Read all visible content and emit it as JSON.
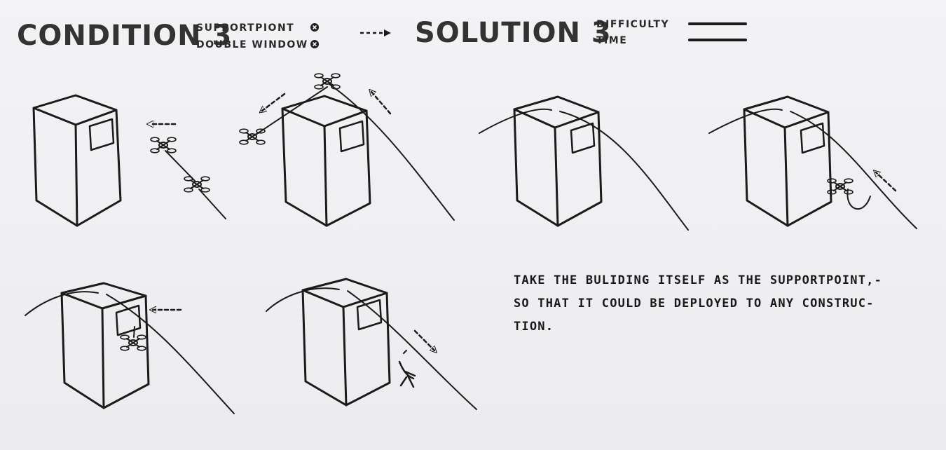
{
  "header": {
    "condition_title": "CONDITION 3",
    "conditions": [
      {
        "label": "SUPPORTPIONT",
        "status_icon": "x-circle-icon"
      },
      {
        "label": "DOUBLE WINDOW",
        "status_icon": "x-circle-icon"
      }
    ],
    "arrow_icon": "dashed-arrow-right-icon",
    "solution_title": "SOLUTION 3",
    "metrics": [
      {
        "label": "DIFFICULTY"
      },
      {
        "label": "TIME"
      }
    ]
  },
  "description": {
    "lines": [
      "TAKE THE BULIDING ITSELF AS THE SUPPORTPOINT,-",
      "SO THAT IT COULD BE DEPLOYED TO ANY CONSTRUC-",
      "TION."
    ]
  },
  "colors": {
    "ink": "#1b1b1b",
    "background": "#efeff1"
  }
}
